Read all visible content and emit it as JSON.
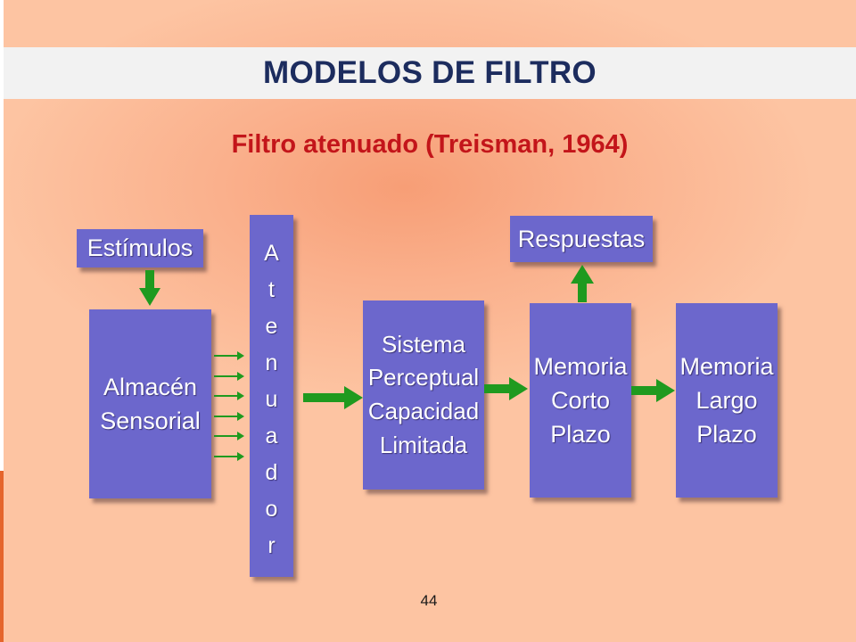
{
  "slide": {
    "title": "MODELOS DE FILTRO",
    "subtitle": "Filtro atenuado (Treisman, 1964)",
    "page_number": "44"
  },
  "diagram": {
    "stimuli": "Estímulos",
    "sensory_store": "Almacén\nSensorial",
    "attenuator": "A\nt\ne\nn\nu\na\nd\no\nr",
    "perceptual_system": "Sistema\nPerceptual\nCapacidad\nLimitada",
    "short_term_memory": "Memoria\nCorto\nPlazo",
    "long_term_memory": "Memoria\nLargo\nPlazo",
    "responses": "Respuestas"
  },
  "colors": {
    "box_fill": "#6c67cc",
    "arrow": "#1f9a1f",
    "title": "#1c2c5e",
    "subtitle": "#c3151a"
  }
}
